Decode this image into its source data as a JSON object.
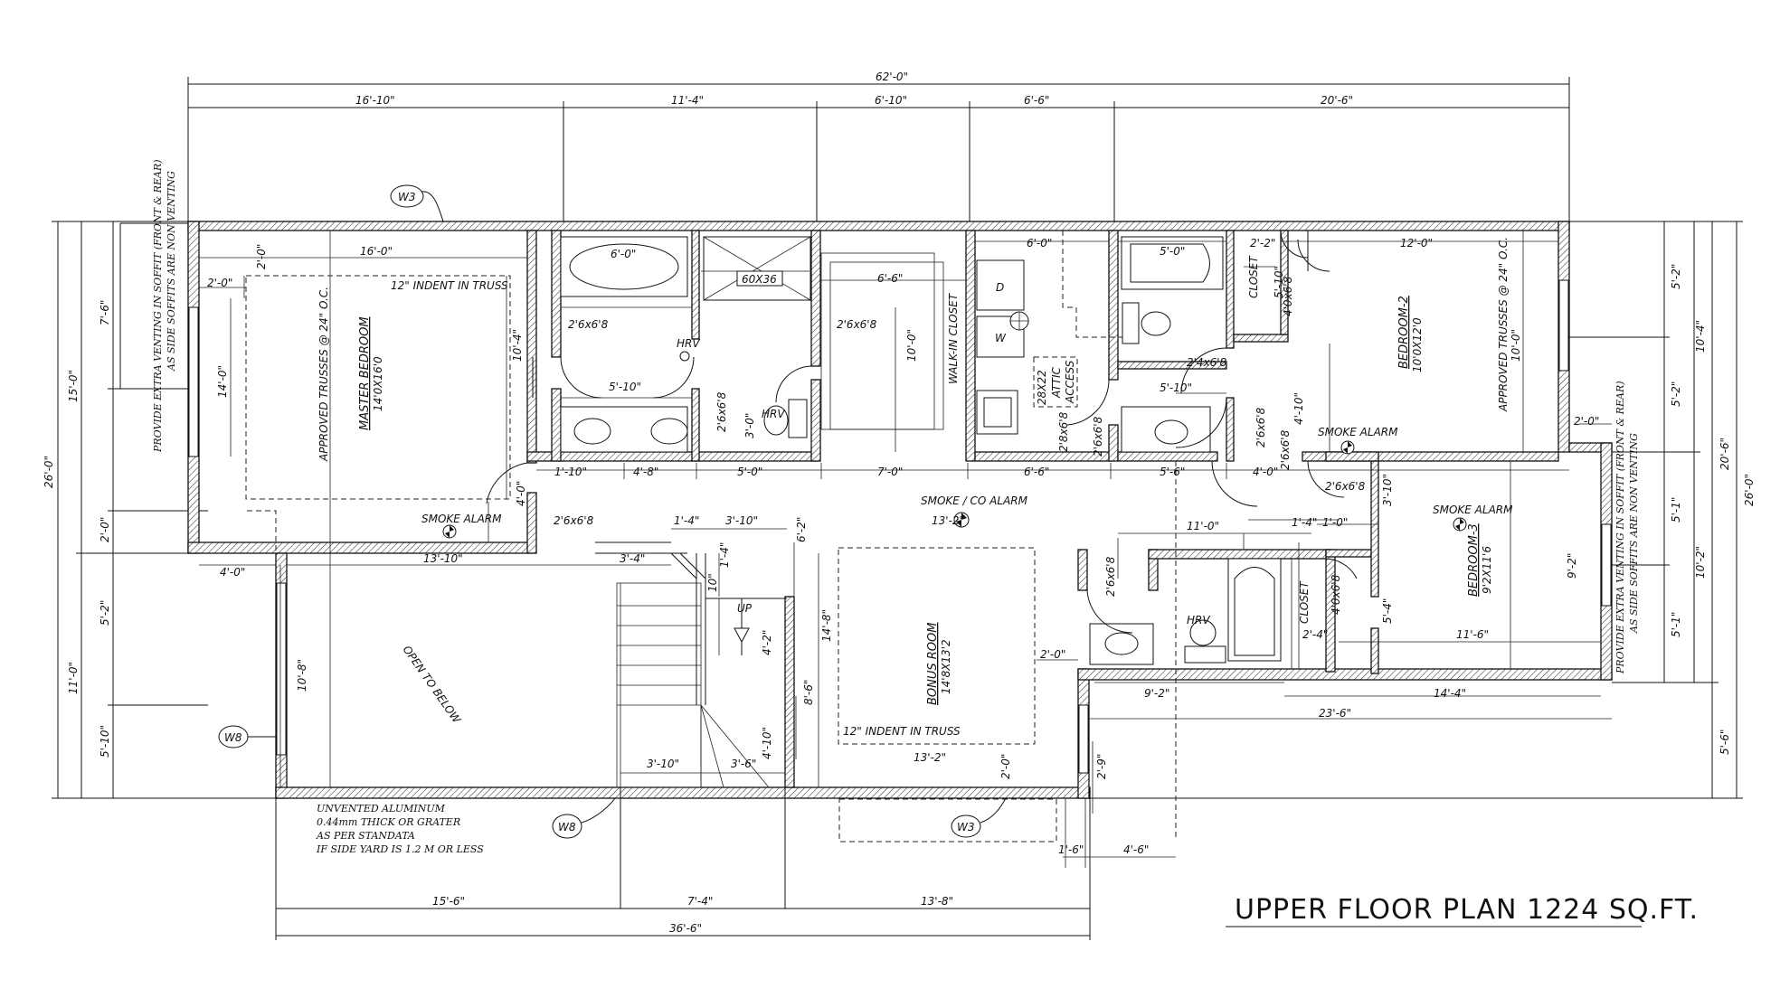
{
  "title": "UPPER FLOOR PLAN 1224 SQ.FT.",
  "rooms": {
    "master": {
      "name": "MASTER BEDROOM",
      "size": "14'0X16'0"
    },
    "bedroom2": {
      "name": "BEDROOM-2",
      "size": "10'0X12'0"
    },
    "bedroom3": {
      "name": "BEDROOM-3",
      "size": "9'2X11'6"
    },
    "bonus": {
      "name": "BONUS ROOM",
      "size": "14'8X13'2"
    },
    "walkin": "WALK-IN CLOSET",
    "open_below": "OPEN TO BELOW",
    "closet": "CLOSET",
    "attic": [
      "28X22",
      "ATTIC",
      "ACCESS"
    ]
  },
  "labels": {
    "truss_indent": "12\" INDENT IN TRUSS",
    "approved_trusses": "APPROVED TRUSSES @ 24\" O.C.",
    "smoke_alarm": "SMOKE ALARM",
    "smoke_co_alarm": "SMOKE / CO ALARM",
    "hrv": "HRV",
    "shower": "60X36",
    "up": "UP",
    "dryer": "D",
    "washer": "W",
    "vent_note_left": [
      "PROVIDE EXTRA VENTING IN SOFFIT (FRONT & REAR)",
      "AS SIDE SOFFITS ARE NON VENTING"
    ],
    "vent_note_right": [
      "PROVIDE EXTRA VENTING IN SOFFIT (FRONT & REAR)",
      "AS SIDE SOFFITS ARE NON VENTING"
    ],
    "aluminum_note": [
      "UNVENTED ALUMINUM",
      "0.44mm THICK OR GRATER",
      "AS PER STANDATA",
      "IF SIDE YARD IS 1.2 M OR LESS"
    ]
  },
  "tags": {
    "w3": "W3",
    "w8": "W8"
  },
  "dimensions": {
    "overall": "62'-0\"",
    "top": [
      "16'-10\"",
      "11'-4\"",
      "6'-10\"",
      "6'-6\"",
      "20'-6\""
    ],
    "bottom": [
      "15'-6\"",
      "7'-4\"",
      "13'-8\""
    ],
    "bottom_total": "36'-6\"",
    "left_outer": "26'-0\"",
    "left_mid": [
      "15'-0\"",
      "11'-0\""
    ],
    "left_inner": [
      "7'-6\"",
      "2'-0\"",
      "5'-2\"",
      "5'-10\""
    ],
    "right_outer": "26'-0\"",
    "right_mid": [
      "20'-6\"",
      "5'-6\""
    ],
    "right_inner": [
      "10'-4\"",
      "10'-2\""
    ],
    "right_window": [
      "5'-2\"",
      "5'-2\"",
      "5'-1\"",
      "5'-1\""
    ],
    "interior": {
      "d16_0": "16'-0\"",
      "d2_0a": "2'-0\"",
      "d2_0b": "2'-0\"",
      "d14_0": "14'-0\"",
      "d10_4": "10'-4\"",
      "d4_0": "4'-0\"",
      "d4_0b": "4'-0\"",
      "d13_10": "13'-10\"",
      "d3_4": "3'-4\"",
      "d1_4": "1'-4\"",
      "d3_10": "3'-10\"",
      "d6_2": "6'-2\"",
      "d10": "10\"",
      "d1_4b": "1'-4\"",
      "d4_2": "4'-2\"",
      "d14_8": "14'-8\"",
      "d8_6": "8'-6\"",
      "d3_10b": "3'-10\"",
      "d3_6": "3'-6\"",
      "d4_10": "4'-10\"",
      "d10_8": "10'-8\"",
      "d6_0": "6'-0\"",
      "d6_6": "6'-6\"",
      "d5_10": "5'-10\"",
      "d10_0": "10'-0\"",
      "d3_0": "3'-0\"",
      "d1_10": "1'-10\"",
      "d4_8": "4'-8\"",
      "d5_0": "5'-0\"",
      "d7_0": "7'-0\"",
      "d6_6b": "6'-6\"",
      "d6_0b": "6'-0\"",
      "d5_0b": "5'-0\"",
      "d2_2": "2'-2\"",
      "d12_0": "12'-0\"",
      "d5_10b": "5'-10\"",
      "d5_10c": "5'-10\"",
      "d4_10b": "4'-10\"",
      "d5_6": "5'-6\"",
      "d4_0c": "4'-0\"",
      "d10_0b": "10'-0\"",
      "d2_0c": "2'-0\"",
      "d3_10c": "3'-10\"",
      "d11_0": "11'-0\"",
      "d1_4c": "1'-4\"",
      "d1_0": "1'-0\"",
      "d9_2": "9'-2\"",
      "d11_6": "11'-6\"",
      "d14_4": "14'-4\"",
      "d9_2b": "9'-2\"",
      "d23_6": "23'-6\"",
      "d2_4": "2'-4\"",
      "d5_4": "5'-4\"",
      "d13_2": "13'-2\"",
      "d13_2b": "13'-2\"",
      "d2_0d": "2'-0\"",
      "d2_0e": "2'-0\"",
      "d2_9": "2'-9\"",
      "d1_6": "1'-6\"",
      "d4_6": "4'-6\""
    },
    "doors": {
      "a": "2'6x6'8",
      "b": "2'6x6'8",
      "c": "2'6x6'8",
      "d": "2'6x6'8",
      "e": "2'6x6'8",
      "f": "2'8x6'8",
      "g": "2'4x6'8",
      "h": "2'6x6'8",
      "i": "2'6x6'8",
      "j": "2'6x6'8",
      "k": "4'0x6'8",
      "l": "4'0x6'8",
      "m": "2'6x6'8"
    }
  }
}
